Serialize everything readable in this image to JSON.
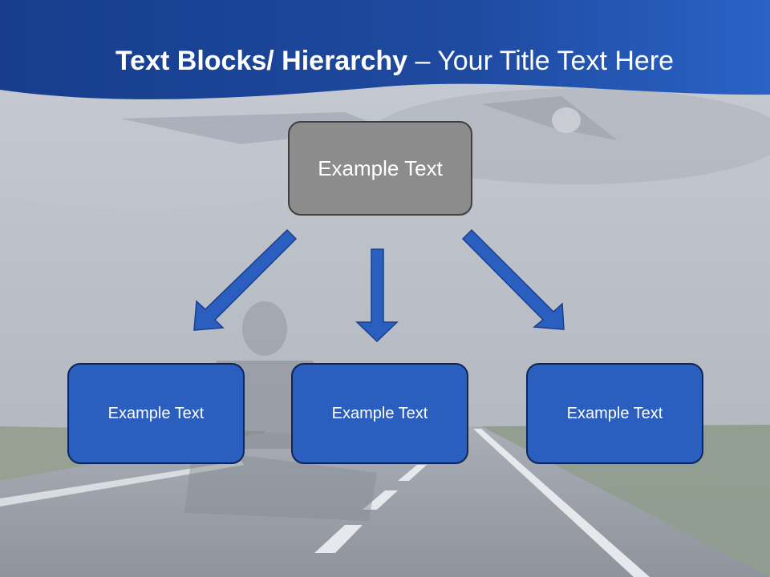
{
  "slide": {
    "title_bold": "Text Blocks/ Hierarchy",
    "title_dash": " – ",
    "title_rest": "Your Title Text Here"
  },
  "diagram": {
    "root": {
      "label": "Example Text"
    },
    "children": [
      {
        "label": "Example Text"
      },
      {
        "label": "Example Text"
      },
      {
        "label": "Example Text"
      }
    ]
  },
  "colors": {
    "header_blue": "#1e4aa0",
    "box_blue": "#2a5fbf",
    "root_gray": "#8c8c8c",
    "arrow_blue": "#2a5fbf"
  }
}
